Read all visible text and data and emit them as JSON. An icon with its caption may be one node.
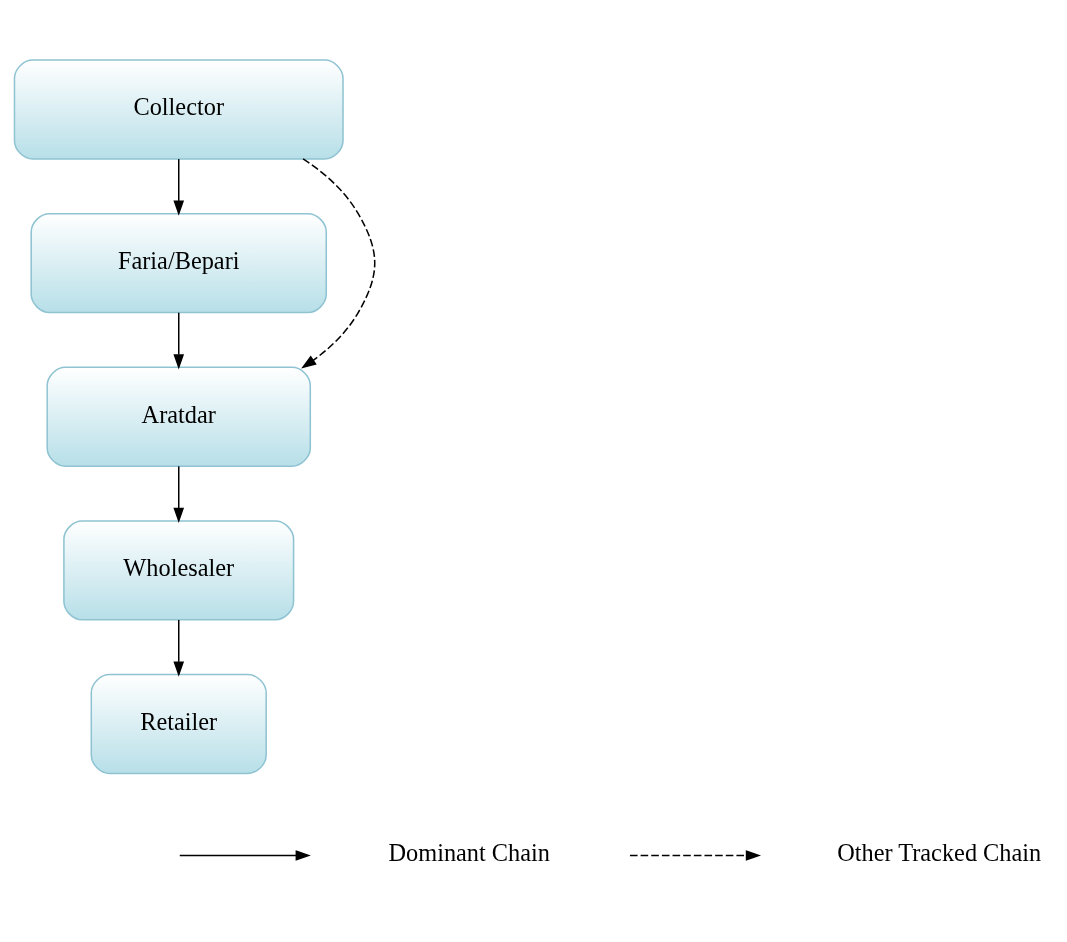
{
  "diagram": {
    "nodes": [
      {
        "text": [
          "Collector"
        ]
      },
      {
        "text": [
          "Faria/Bepari"
        ]
      },
      {
        "text": [
          "Aratdar"
        ]
      },
      {
        "text": [
          "Wholesaler"
        ]
      },
      {
        "text": [
          "Retailer"
        ]
      }
    ],
    "edges": [
      {
        "from": 0,
        "to": 1,
        "arrow": "to"
      },
      {
        "from": 1,
        "to": 2,
        "arrow": "to"
      },
      {
        "from": 2,
        "to": 3,
        "arrow": "to"
      },
      {
        "from": 3,
        "to": 4,
        "arrow": "to"
      },
      {
        "from": 0,
        "to": 2,
        "arrow": "to",
        "style": "dashed"
      }
    ],
    "legend": [
      {
        "text": "Dominant Chain"
      },
      {
        "text": "Other Tracked Chain"
      }
    ]
  }
}
